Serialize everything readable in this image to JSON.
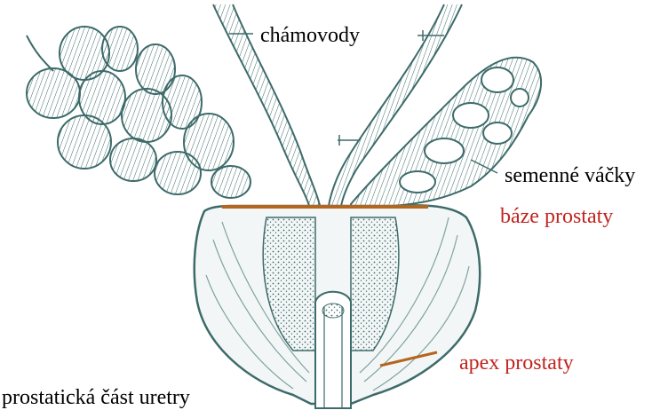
{
  "labels": {
    "vas_deferens": "chámovody",
    "seminal_vesicles": "semenné váčky",
    "prostate_base": "báze prostaty",
    "prostate_apex": "apex prostaty",
    "prostatic_urethra": "prostatická část uretry"
  },
  "colors": {
    "ink": "#3d6b6a",
    "ink_light": "#7fa3a1",
    "label_black": "#000000",
    "label_red": "#c0241f",
    "base_line": "#b5651d",
    "background": "#ffffff"
  }
}
